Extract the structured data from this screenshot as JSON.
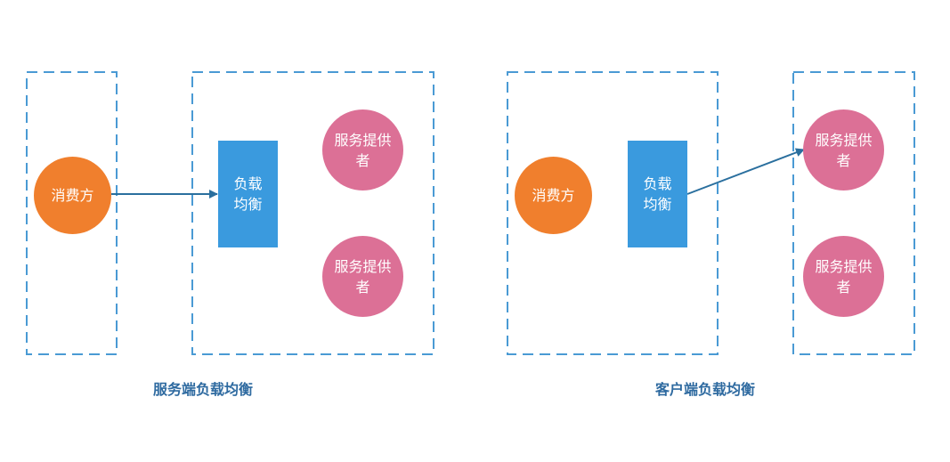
{
  "colors": {
    "dashed_border": "#4a9ad4",
    "consumer": "#f07f2d",
    "load_balancer": "#3a9ade",
    "provider": "#dc7096",
    "arrow": "#2a6f9e",
    "caption": "#2e6aa0"
  },
  "server_side": {
    "consumer_label": "消费方",
    "lb_label": "负载\n均衡",
    "provider_1_label": "服务提供\n者",
    "provider_2_label": "服务提供\n者",
    "caption": "服务端负载均衡"
  },
  "client_side": {
    "consumer_label": "消费方",
    "lb_label": "负载\n均衡",
    "provider_1_label": "服务提供\n者",
    "provider_2_label": "服务提供\n者",
    "caption": "客户端负载均衡"
  }
}
